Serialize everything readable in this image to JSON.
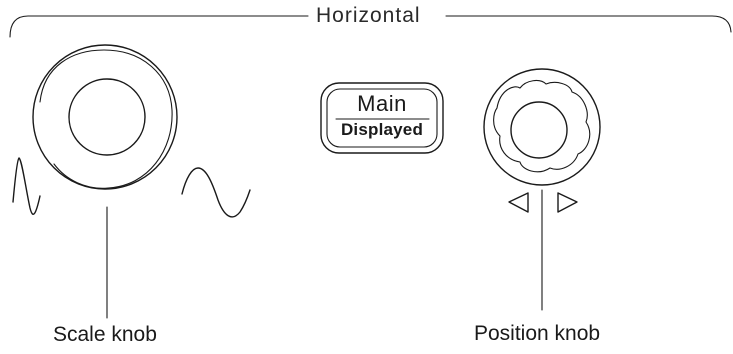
{
  "section": {
    "title": "Horizontal"
  },
  "main_button": {
    "top_label": "Main",
    "bottom_label": "Displayed"
  },
  "callouts": {
    "scale_knob": "Scale knob",
    "position_knob": "Position knob"
  },
  "icons": {
    "left_arrow": "triangle-left-icon",
    "right_arrow": "triangle-right-icon",
    "waveform": "sine-wave-icon"
  }
}
